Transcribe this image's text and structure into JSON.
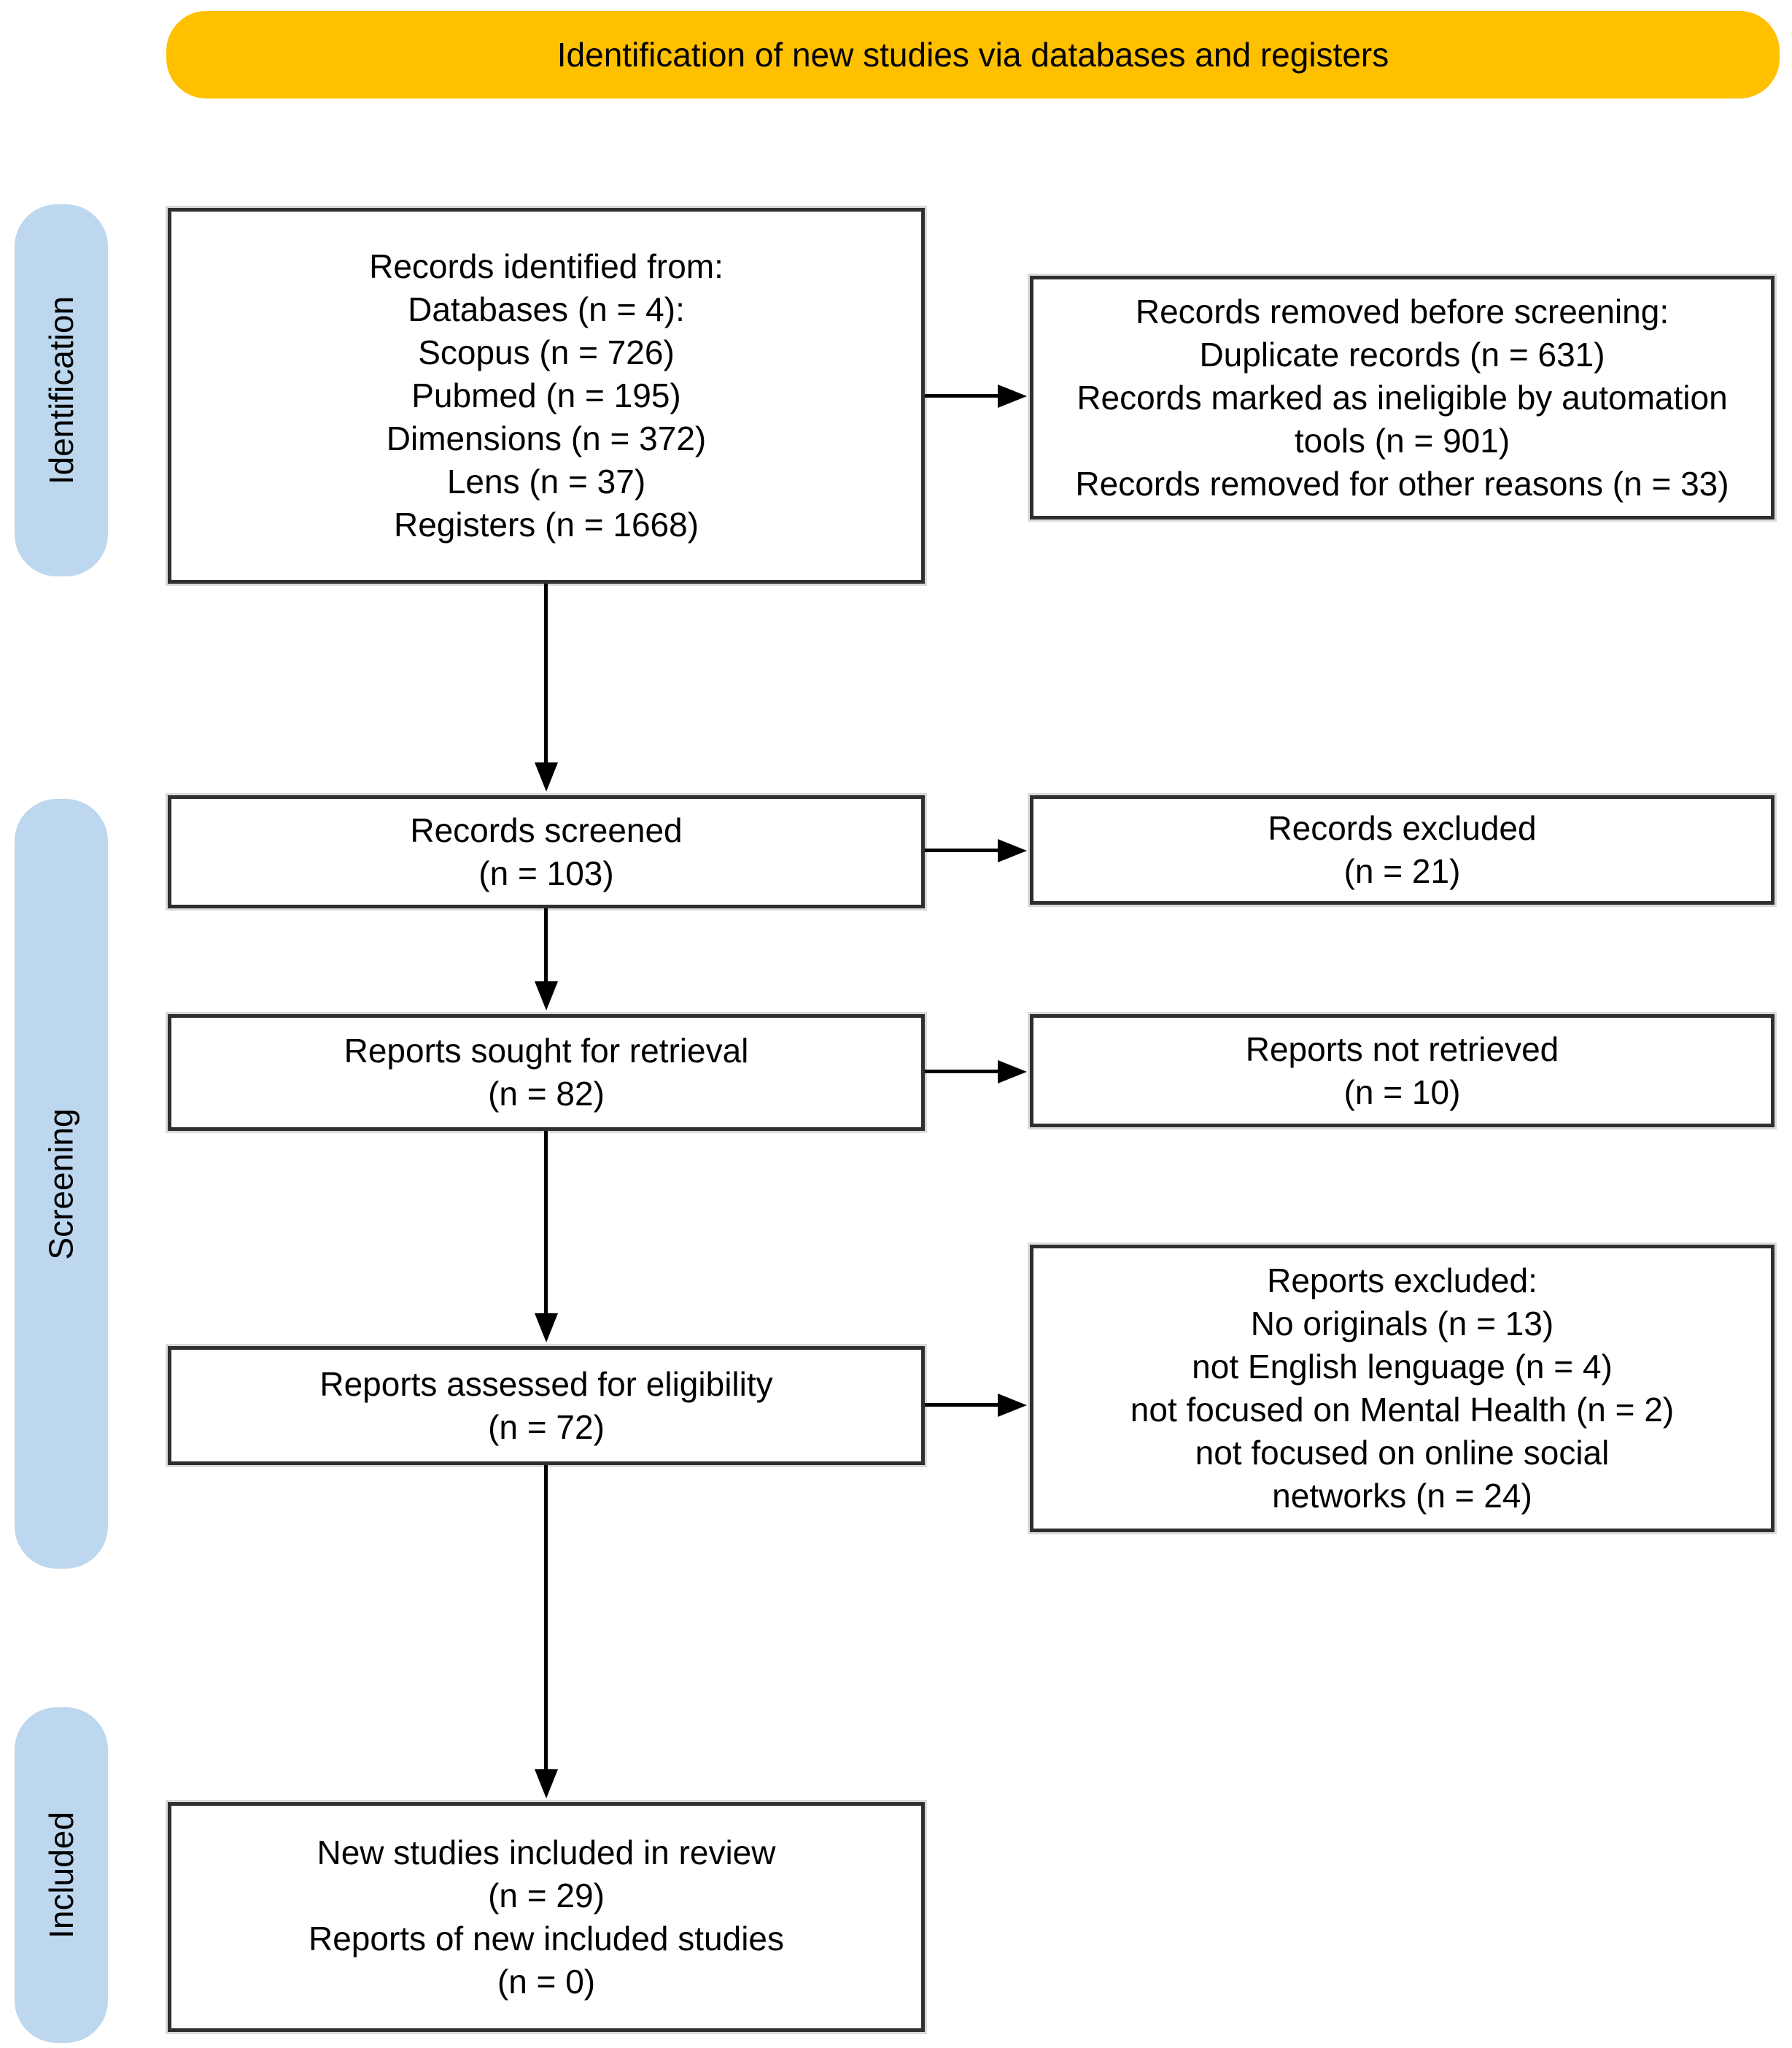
{
  "colors": {
    "banner_bg": "#FFC000",
    "pill_bg": "#BDD7EE",
    "box_border": "#2F2F2F",
    "arrow": "#000000"
  },
  "banner": {
    "title": "Identification of new studies via databases and registers"
  },
  "stages": [
    {
      "label": "Identification"
    },
    {
      "label": "Screening"
    },
    {
      "label": "Included"
    }
  ],
  "boxes": {
    "records_identified": {
      "lines": [
        "Records identified from:",
        "Databases (n = 4):",
        "Scopus (n = 726)",
        "Pubmed (n = 195)",
        "Dimensions (n = 372)",
        "Lens (n = 37)",
        "Registers (n = 1668)"
      ]
    },
    "records_removed": {
      "lines": [
        "Records removed before screening:",
        "Duplicate records (n = 631)",
        "Records marked as ineligible by automation",
        "tools (n = 901)",
        "Records removed for other reasons (n = 33)"
      ]
    },
    "records_screened": {
      "lines": [
        "Records screened",
        "(n = 103)"
      ]
    },
    "records_excluded": {
      "lines": [
        "Records excluded",
        "(n = 21)"
      ]
    },
    "reports_sought": {
      "lines": [
        "Reports sought for retrieval",
        "(n = 82)"
      ]
    },
    "reports_not_retrieved": {
      "lines": [
        "Reports not retrieved",
        "(n = 10)"
      ]
    },
    "reports_assessed": {
      "lines": [
        "Reports assessed for eligibility",
        "(n = 72)"
      ]
    },
    "reports_excluded": {
      "lines": [
        "Reports excluded:",
        "No originals (n = 13)",
        "not English lenguage (n = 4)",
        "not focused on Mental Health (n = 2)",
        "not focused on online social",
        "networks (n = 24)"
      ]
    },
    "new_studies": {
      "lines": [
        "New studies included in review",
        "(n = 29)",
        "Reports of new included studies",
        "(n = 0)"
      ]
    }
  }
}
